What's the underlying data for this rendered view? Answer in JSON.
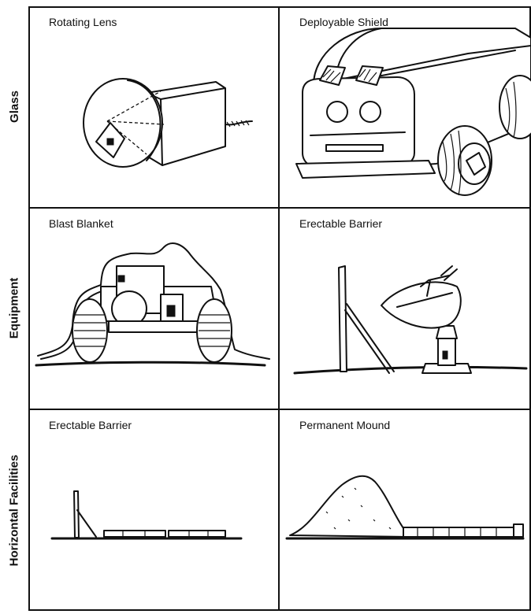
{
  "rows": [
    {
      "label": "Glass"
    },
    {
      "label": "Equipment"
    },
    {
      "label": "Horizontal Facilities"
    }
  ],
  "cells": [
    {
      "title": "Rotating Lens"
    },
    {
      "title": "Deployable Shield"
    },
    {
      "title": "Blast Blanket"
    },
    {
      "title": "Erectable Barrier"
    },
    {
      "title": "Erectable Barrier"
    },
    {
      "title": "Permanent Mound"
    }
  ]
}
